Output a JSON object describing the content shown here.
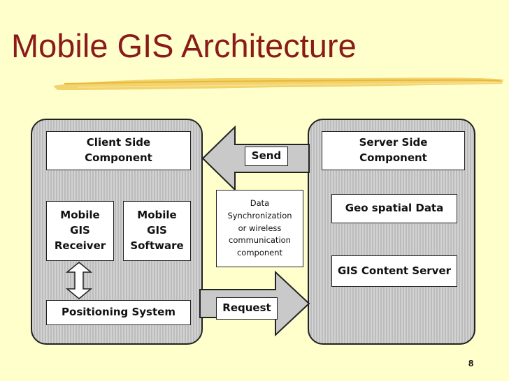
{
  "title": "Mobile GIS Architecture",
  "client": {
    "header": "Client Side\nComponent",
    "receiver": "Mobile\nGIS\nReceiver",
    "software": "Mobile\nGIS\nSoftware",
    "positioning": "Positioning System"
  },
  "server": {
    "header": "Server Side\nComponent",
    "geo_data": "Geo spatial Data",
    "content_server": "GIS Content Server"
  },
  "middle": {
    "send": "Send",
    "request": "Request",
    "sync": "Data\nSynchronization\nor wireless\ncommunication\ncomponent"
  },
  "page_number": "8",
  "colors": {
    "title": "#8B1A1A",
    "background": "#FFFFCC",
    "brush": "#F0C850"
  }
}
